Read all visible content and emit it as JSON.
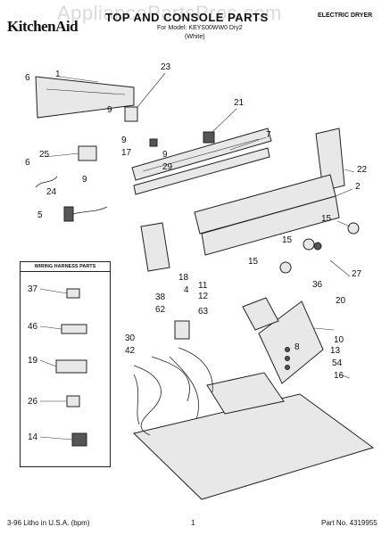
{
  "header": {
    "brand": "KitchenAid",
    "title": "TOP AND CONSOLE PARTS",
    "model": "For Model: KEYS00WW0 Dry2",
    "color": "(White)",
    "type": "ELECTRIC DRYER",
    "watermark": "AppliancePartsPros.com"
  },
  "wiring_box": {
    "title": "WIRING HARNESS PARTS",
    "callouts": [
      "37",
      "46",
      "19",
      "26",
      "14"
    ]
  },
  "callouts": [
    "1",
    "6",
    "9",
    "6",
    "25",
    "24",
    "5",
    "23",
    "9",
    "17",
    "9",
    "29",
    "9",
    "21",
    "7",
    "22",
    "2",
    "15",
    "15",
    "15",
    "27",
    "36",
    "20",
    "18",
    "4",
    "11",
    "12",
    "38",
    "62",
    "63",
    "30",
    "42",
    "10",
    "8",
    "13",
    "54",
    "16"
  ],
  "footer": {
    "left": "3-96 Litho in U.S.A. (bpm)",
    "page": "1",
    "part_no": "Part No. 4319955"
  }
}
